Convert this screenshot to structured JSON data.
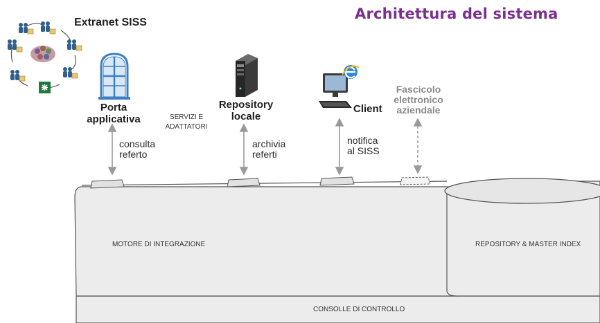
{
  "title": "Architettura del sistema",
  "extranet": {
    "label": "Extranet SISS"
  },
  "porta": {
    "label_line1": "Porta",
    "label_line2": "applicativa"
  },
  "servizi": {
    "line1": "SERVIZI E",
    "line2": "ADATTATORI"
  },
  "repository_locale": {
    "label_line1": "Repository",
    "label_line2": "locale"
  },
  "client": {
    "label": "Client"
  },
  "fascicolo": {
    "line1": "Fascicolo",
    "line2": "elettronico",
    "line3": "aziendale"
  },
  "arrows": {
    "consulta": {
      "line1": "consulta",
      "line2": "referto"
    },
    "archivia": {
      "line1": "archivia",
      "line2": "referti"
    },
    "notifica": {
      "line1": "notifica",
      "line2": "al SISS"
    }
  },
  "blocks": {
    "motore": "MOTORE DI INTEGRAZIONE",
    "repository_master": "REPOSITORY & MASTER INDEX",
    "consolle": "CONSOLLE DI CONTROLLO"
  },
  "colors": {
    "title": "#7b2f8e",
    "window_blue": "#3d7fc4",
    "client_blue": "#2d86d6",
    "box_fill": "#ededed",
    "box_stroke": "#555555"
  }
}
